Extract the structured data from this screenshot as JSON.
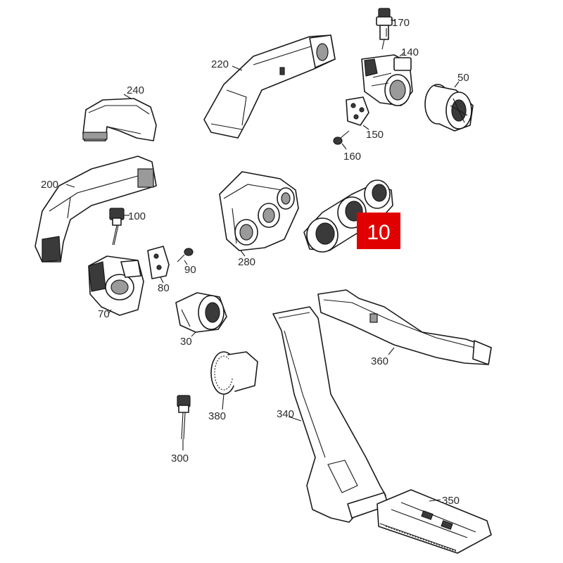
{
  "highlight": {
    "label": "10",
    "color": "#e00000"
  },
  "parts": [
    {
      "id": "p170",
      "label": "170"
    },
    {
      "id": "p140",
      "label": "140"
    },
    {
      "id": "p50",
      "label": "50"
    },
    {
      "id": "p150",
      "label": "150"
    },
    {
      "id": "p160",
      "label": "160"
    },
    {
      "id": "p220",
      "label": "220"
    },
    {
      "id": "p240",
      "label": "240"
    },
    {
      "id": "p200",
      "label": "200"
    },
    {
      "id": "p100",
      "label": "100"
    },
    {
      "id": "p90",
      "label": "90"
    },
    {
      "id": "p80",
      "label": "80"
    },
    {
      "id": "p70",
      "label": "70"
    },
    {
      "id": "p280",
      "label": "280"
    },
    {
      "id": "p30",
      "label": "30"
    },
    {
      "id": "p360",
      "label": "360"
    },
    {
      "id": "p380",
      "label": "380"
    },
    {
      "id": "p340",
      "label": "340"
    },
    {
      "id": "p300",
      "label": "300"
    },
    {
      "id": "p350",
      "label": "350"
    }
  ]
}
